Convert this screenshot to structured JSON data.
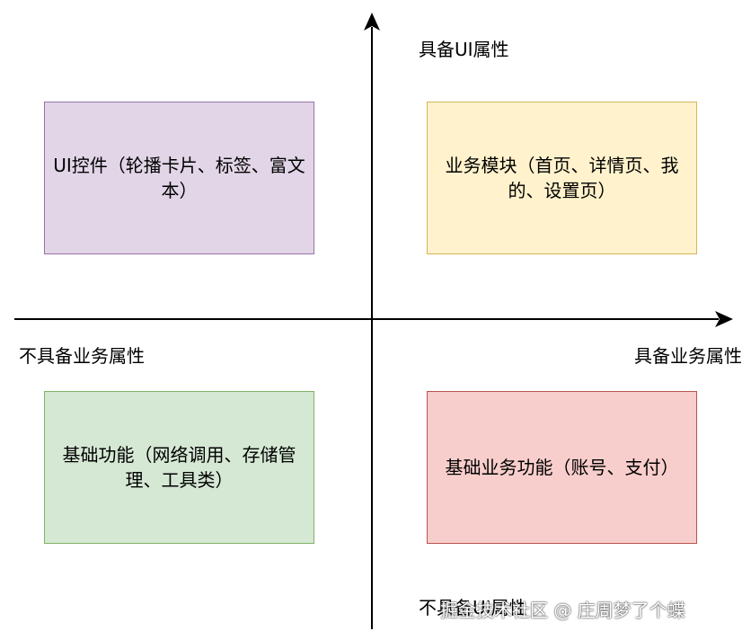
{
  "axes": {
    "top_label": "具备UI属性",
    "bottom_label": "不具备UI属性",
    "left_label": "不具备业务属性",
    "right_label": "具备业务属性",
    "color": "#000000"
  },
  "quadrants": {
    "top_left": {
      "text": "UI控件（轮播卡片、标签、富文本）",
      "fill": "#e1d5e7",
      "border": "#9673a6"
    },
    "top_right": {
      "text": "业务模块（首页、详情页、我的、设置页）",
      "fill": "#fff2cc",
      "border": "#d6b656"
    },
    "bottom_left": {
      "text": "基础功能（网络调用、存储管理、工具类）",
      "fill": "#d5e8d4",
      "border": "#82b366"
    },
    "bottom_right": {
      "text": "基础业务功能（账号、支付）",
      "fill": "#f8cecc",
      "border": "#b85450"
    }
  },
  "watermark": "掘金技术社区 @ 庄周梦了个蝶"
}
